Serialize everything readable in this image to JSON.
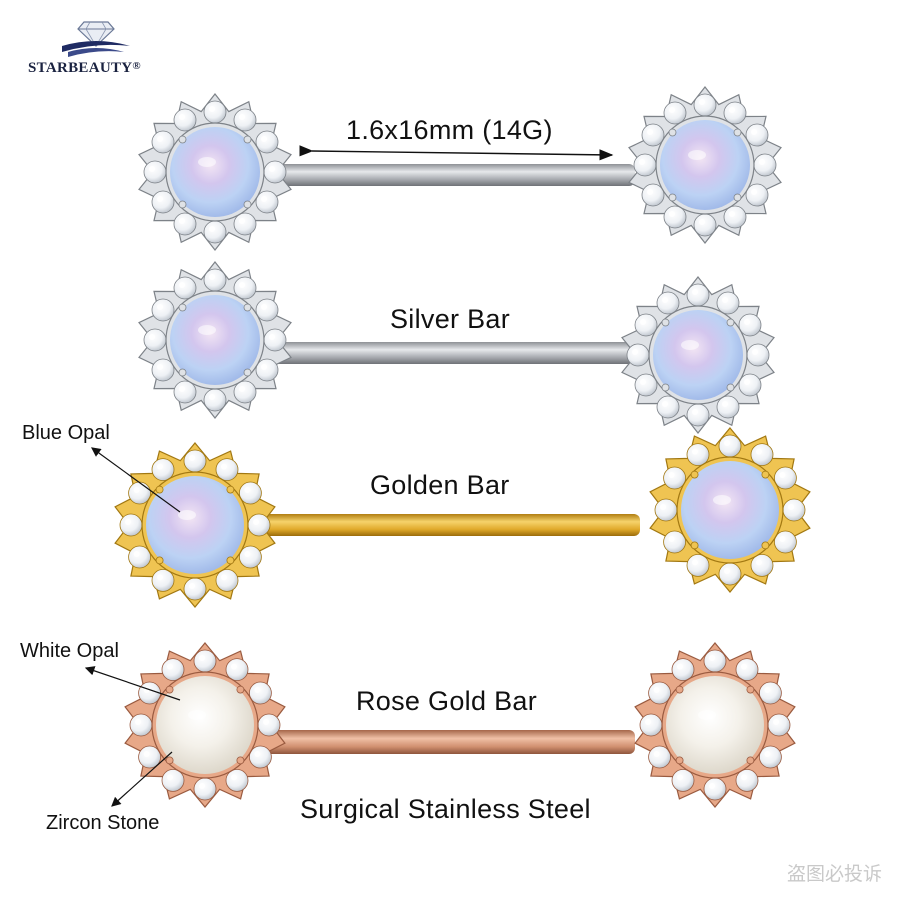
{
  "brand": {
    "name": "STARBEAUTY",
    "mark": "®",
    "logo_icon": "diamond-swoosh-icon",
    "color": "#1a2240"
  },
  "labels": {
    "size": "1.6x16mm (14G)",
    "silver": "Silver Bar",
    "golden": "Golden Bar",
    "rose": "Rose Gold Bar",
    "material": "Surgical Stainless Steel"
  },
  "callouts": {
    "blue_opal": "Blue Opal",
    "white_opal": "White Opal",
    "zircon": "Zircon Stone"
  },
  "watermark": "盗图必投诉",
  "colors": {
    "silver_bar": "#b9bcc0",
    "gold_bar": "#e1ad2a",
    "rose_bar": "#cf8c6c",
    "blue_opal": "#c8d8f3",
    "white_opal": "#f4f1ea"
  }
}
